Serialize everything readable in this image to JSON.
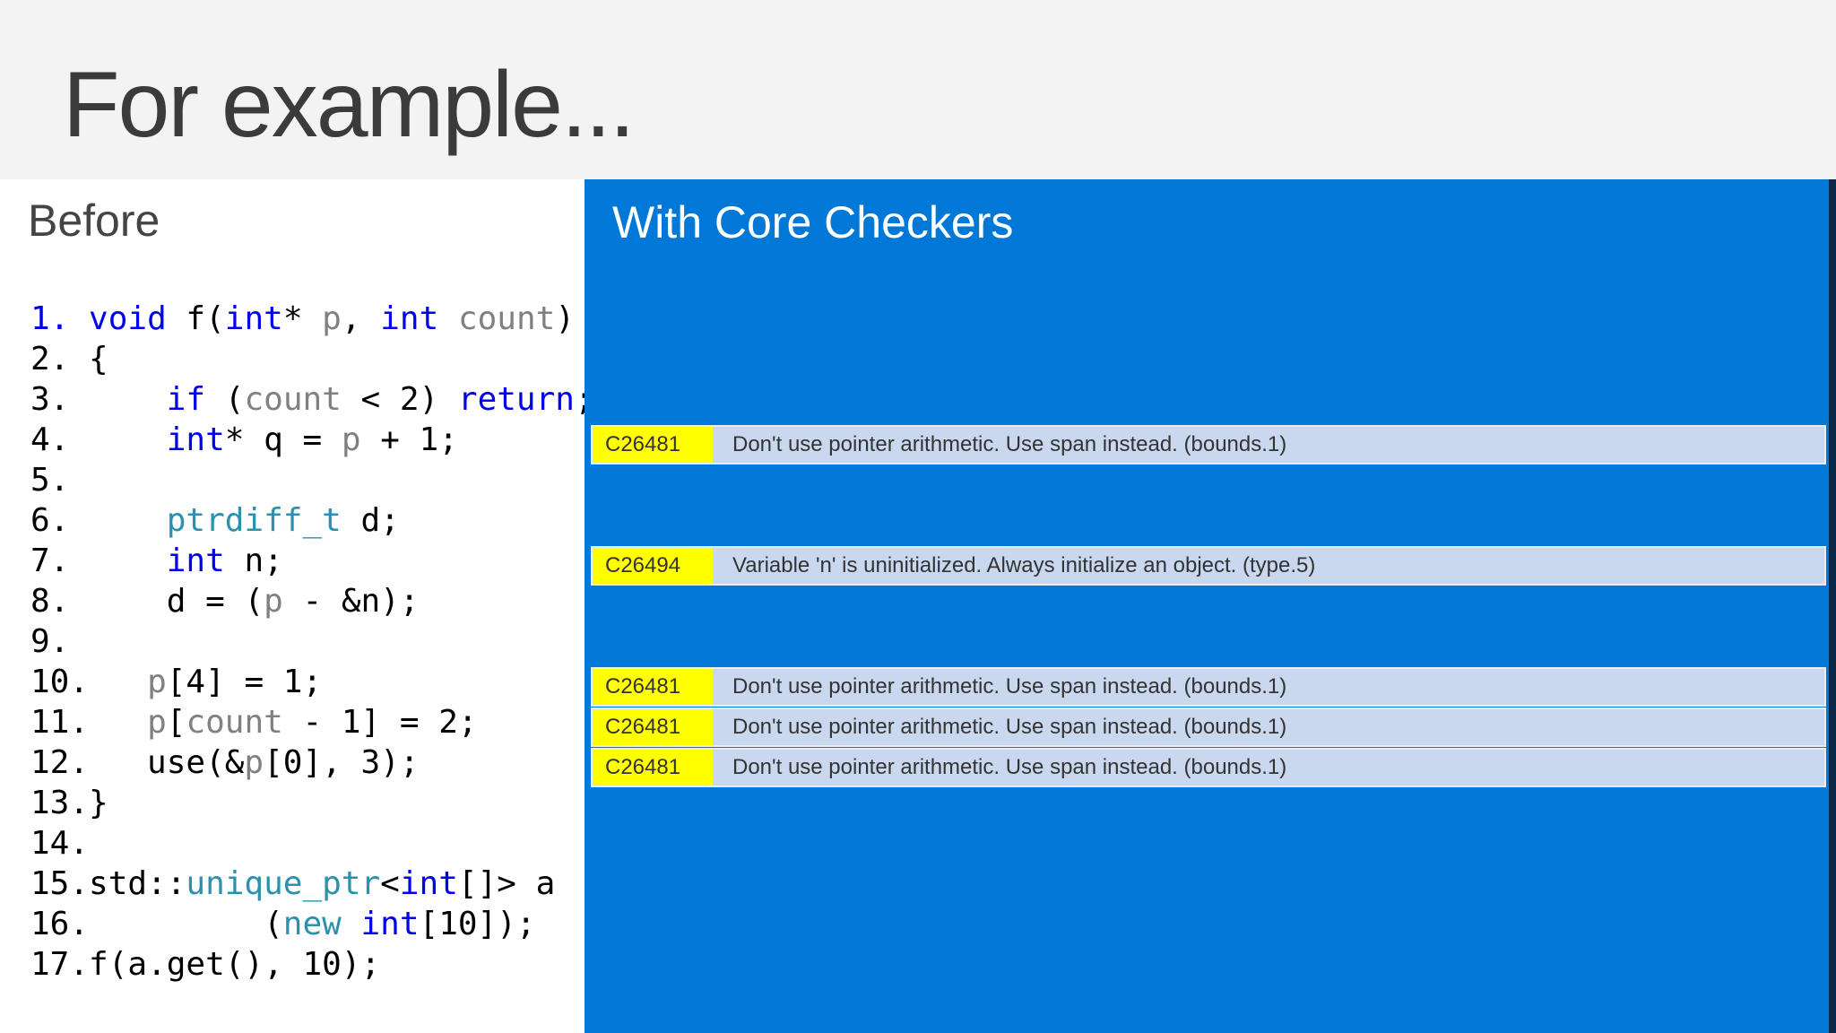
{
  "slide": {
    "title": "For example..."
  },
  "before": {
    "heading": "Before",
    "lines": [
      {
        "num": "1.",
        "num_blue": true,
        "tokens": [
          [
            "kw",
            "void"
          ],
          [
            "plain",
            " f("
          ],
          [
            "kw",
            "int"
          ],
          [
            "plain",
            "* "
          ],
          [
            "param",
            "p"
          ],
          [
            "plain",
            ", "
          ],
          [
            "kw",
            "int"
          ],
          [
            "plain",
            " "
          ],
          [
            "param",
            "count"
          ],
          [
            "plain",
            ")"
          ]
        ]
      },
      {
        "num": "2.",
        "tokens": [
          [
            "plain",
            "{"
          ]
        ]
      },
      {
        "num": "3.",
        "tokens": [
          [
            "plain",
            "    "
          ],
          [
            "kw",
            "if"
          ],
          [
            "plain",
            " ("
          ],
          [
            "param",
            "count"
          ],
          [
            "plain",
            " < 2) "
          ],
          [
            "kw",
            "return"
          ],
          [
            "plain",
            ";"
          ]
        ]
      },
      {
        "num": "4.",
        "tokens": [
          [
            "plain",
            "    "
          ],
          [
            "kw",
            "int"
          ],
          [
            "plain",
            "* q = "
          ],
          [
            "param",
            "p"
          ],
          [
            "plain",
            " + 1;"
          ]
        ]
      },
      {
        "num": "5.",
        "tokens": []
      },
      {
        "num": "6.",
        "tokens": [
          [
            "plain",
            "    "
          ],
          [
            "type",
            "ptrdiff_t"
          ],
          [
            "plain",
            " d;"
          ]
        ]
      },
      {
        "num": "7.",
        "tokens": [
          [
            "plain",
            "    "
          ],
          [
            "kw",
            "int"
          ],
          [
            "plain",
            " n;"
          ]
        ]
      },
      {
        "num": "8.",
        "tokens": [
          [
            "plain",
            "    d = ("
          ],
          [
            "param",
            "p"
          ],
          [
            "plain",
            " - &n);"
          ]
        ]
      },
      {
        "num": "9.",
        "tokens": []
      },
      {
        "num": "10.",
        "tokens": [
          [
            "plain",
            "   "
          ],
          [
            "param",
            "p"
          ],
          [
            "plain",
            "[4] = 1;"
          ]
        ]
      },
      {
        "num": "11.",
        "tokens": [
          [
            "plain",
            "   "
          ],
          [
            "param",
            "p"
          ],
          [
            "plain",
            "["
          ],
          [
            "param",
            "count"
          ],
          [
            "plain",
            " - 1] = 2;"
          ]
        ]
      },
      {
        "num": "12.",
        "tokens": [
          [
            "plain",
            "   use(&"
          ],
          [
            "param",
            "p"
          ],
          [
            "plain",
            "[0], 3);"
          ]
        ]
      },
      {
        "num": "13.",
        "tokens": [
          [
            "plain",
            "}"
          ]
        ]
      },
      {
        "num": "14.",
        "tokens": []
      },
      {
        "num": "15.",
        "tokens": [
          [
            "plain",
            "std::"
          ],
          [
            "type",
            "unique_ptr"
          ],
          [
            "plain",
            "<"
          ],
          [
            "kw",
            "int"
          ],
          [
            "plain",
            "[]> a"
          ]
        ]
      },
      {
        "num": "16.",
        "tokens": [
          [
            "plain",
            "         ("
          ],
          [
            "type",
            "new"
          ],
          [
            "plain",
            " "
          ],
          [
            "kw",
            "int"
          ],
          [
            "plain",
            "[10]);"
          ]
        ]
      },
      {
        "num": "17.",
        "tokens": [
          [
            "plain",
            "f(a.get(), 10);"
          ]
        ]
      }
    ]
  },
  "checkers": {
    "heading": "With Core Checkers",
    "warnings": [
      {
        "line": 4,
        "code": "C26481",
        "message": "Don't use pointer arithmetic. Use span instead. (bounds.1)"
      },
      {
        "line": 7,
        "code": "C26494",
        "message": "Variable 'n' is uninitialized. Always initialize an object. (type.5)"
      },
      {
        "line": 10,
        "code": "C26481",
        "message": "Don't use pointer arithmetic. Use span instead. (bounds.1)"
      },
      {
        "line": 11,
        "code": "C26481",
        "message": "Don't use pointer arithmetic. Use span instead. (bounds.1)"
      },
      {
        "line": 12,
        "code": "C26481",
        "message": "Don't use pointer arithmetic. Use span instead. (bounds.1)"
      }
    ]
  },
  "colors": {
    "keyword": "#0000ee",
    "type": "#2b91af",
    "parameter": "#808080",
    "panel": "#0078d7",
    "warning_code_bg": "#ffff00",
    "warning_msg_bg": "#c9d8ef"
  }
}
